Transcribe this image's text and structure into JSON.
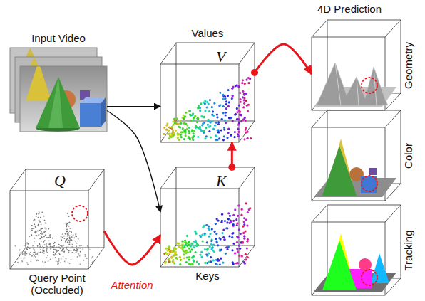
{
  "diagram": {
    "nodes": [
      {
        "text": [
          "Input Video"
        ]
      },
      {
        "text": [
          "Q",
          "Query Point (Occluded)"
        ]
      },
      {
        "text": [
          "Values",
          "V"
        ]
      },
      {
        "text": [
          "K",
          "Keys"
        ]
      },
      {
        "text": [
          "Geometry"
        ]
      },
      {
        "text": [
          "Color"
        ]
      },
      {
        "text": [
          "Tracking"
        ]
      }
    ],
    "edges": [
      {
        "from": 0,
        "to": 2,
        "arrow": "to"
      },
      {
        "from": 0,
        "to": 3,
        "arrow": "to"
      },
      {
        "from": 1,
        "to": 3,
        "label": "Attention",
        "arrow": "to"
      },
      {
        "from": 3,
        "to": 2,
        "arrow": "to"
      },
      {
        "from": 2,
        "to": 4,
        "arrow": "to"
      }
    ],
    "labels": [
      "4D Prediction"
    ]
  }
}
